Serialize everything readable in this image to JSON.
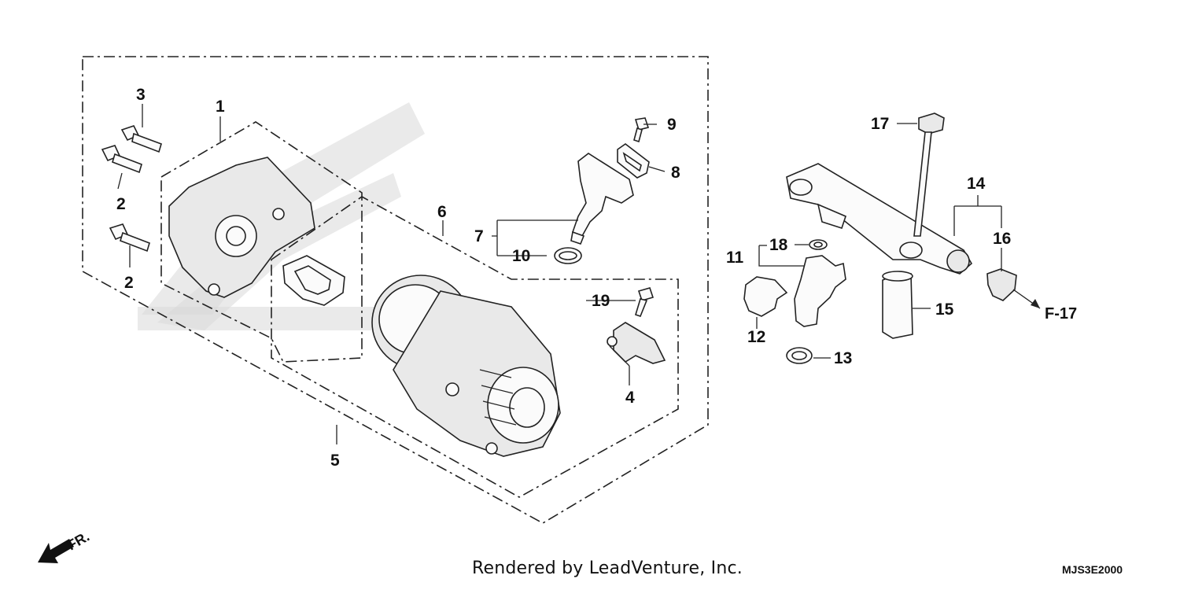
{
  "callouts": {
    "c1": "1",
    "c2a": "2",
    "c2b": "2",
    "c3": "3",
    "c4": "4",
    "c5": "5",
    "c6": "6",
    "c7": "7",
    "c8": "8",
    "c9": "9",
    "c10": "10",
    "c11": "11",
    "c12": "12",
    "c13": "13",
    "c14": "14",
    "c15": "15",
    "c16": "16",
    "c17": "17",
    "c18": "18",
    "c19": "19"
  },
  "reference": "F-17",
  "front_label": "FR.",
  "footer": "Rendered by LeadVenture, Inc.",
  "diagram_code": "MJS3E2000"
}
